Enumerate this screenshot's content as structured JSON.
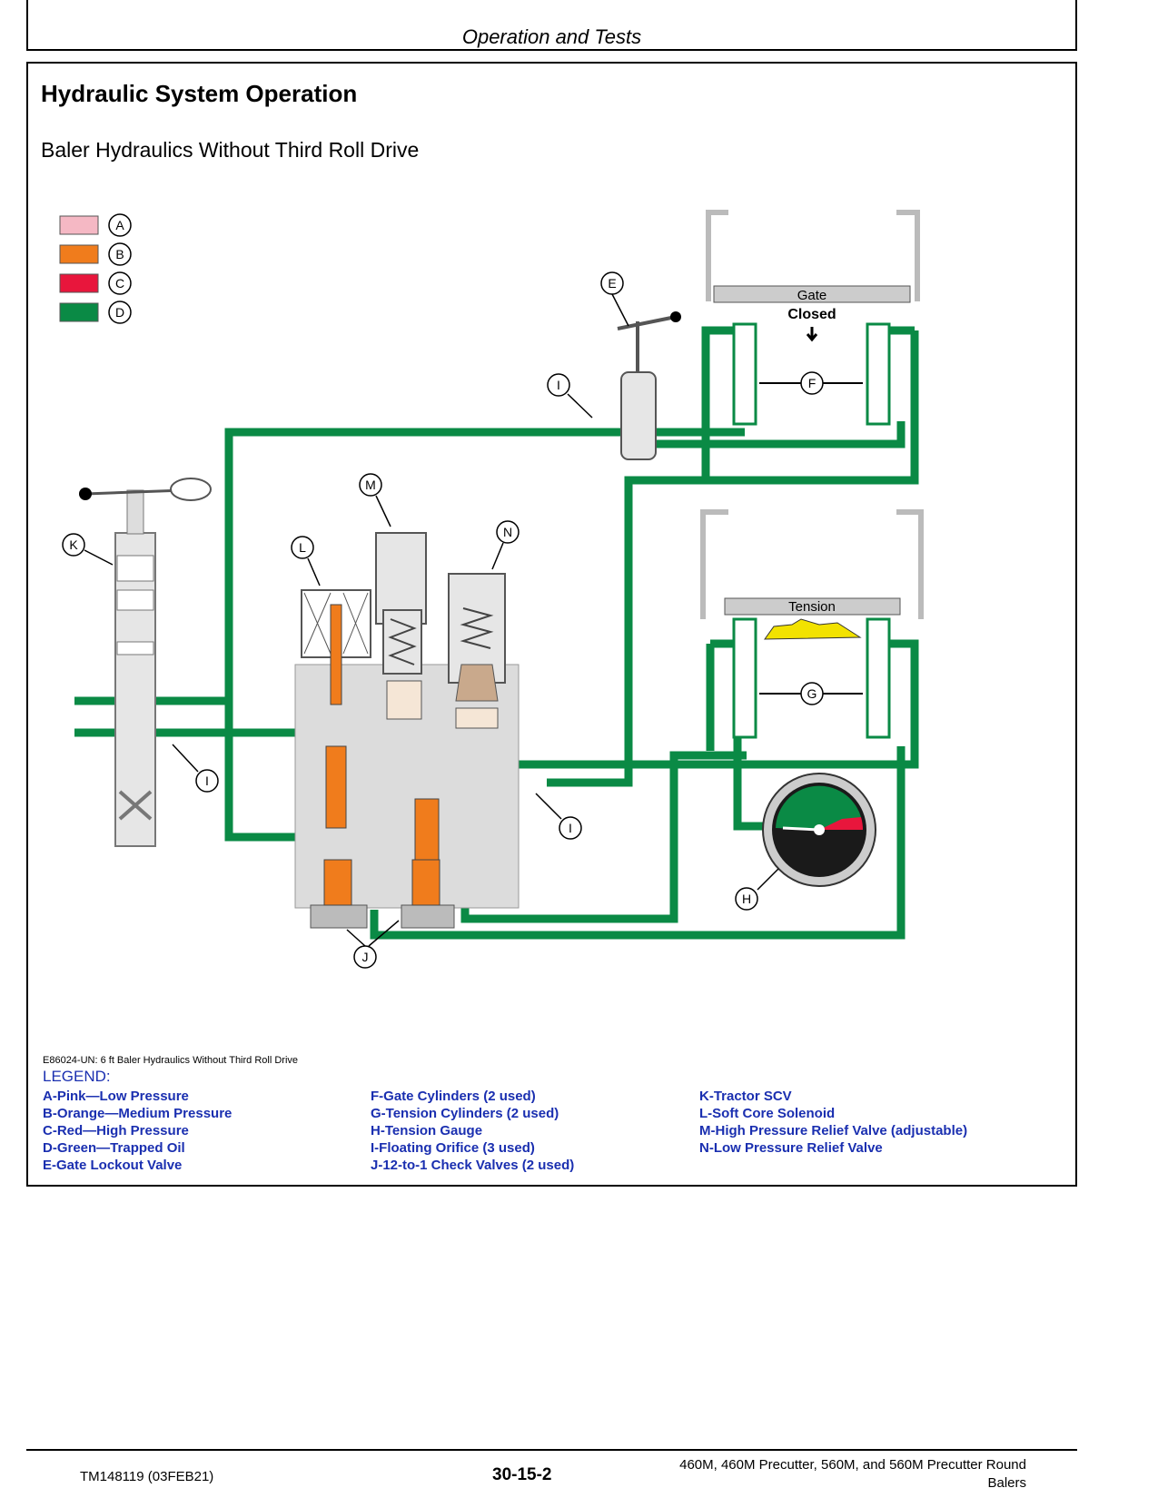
{
  "header": {
    "section": "Operation and Tests"
  },
  "content": {
    "title": "Hydraulic System Operation",
    "subtitle": "Baler Hydraulics Without Third Roll Drive",
    "figure_id": "E86024-UN: 6 ft Baler Hydraulics Without Third Roll Drive",
    "diagram": {
      "color_key": [
        {
          "letter": "A",
          "color": "#f5b8c4"
        },
        {
          "letter": "B",
          "color": "#f07c1c"
        },
        {
          "letter": "C",
          "color": "#e8163c"
        },
        {
          "letter": "D",
          "color": "#0a8a45"
        }
      ],
      "callouts": [
        "E",
        "F",
        "G",
        "H",
        "I",
        "J",
        "K",
        "L",
        "M",
        "N"
      ],
      "gate_label": "Gate",
      "gate_state": "Closed",
      "tension_label": "Tension"
    },
    "legend": {
      "title": "LEGEND:",
      "col1": [
        "A-Pink—Low Pressure",
        "B-Orange—Medium Pressure",
        "C-Red—High Pressure",
        "D-Green—Trapped Oil",
        "E-Gate Lockout Valve"
      ],
      "col2": [
        "F-Gate Cylinders (2 used)",
        "G-Tension Cylinders (2 used)",
        "H-Tension Gauge",
        "I-Floating Orifice (3 used)",
        "J-12-to-1 Check Valves (2 used)"
      ],
      "col3": [
        "K-Tractor SCV",
        "L-Soft Core Solenoid",
        "M-High Pressure Relief Valve (adjustable)",
        "N-Low Pressure Relief Valve"
      ]
    }
  },
  "footer": {
    "doc_id": "TM148119 (03FEB21)",
    "page": "30-15-2",
    "model_line1": "460M, 460M Precutter, 560M, and 560M Precutter Round",
    "model_line2": "Balers"
  }
}
